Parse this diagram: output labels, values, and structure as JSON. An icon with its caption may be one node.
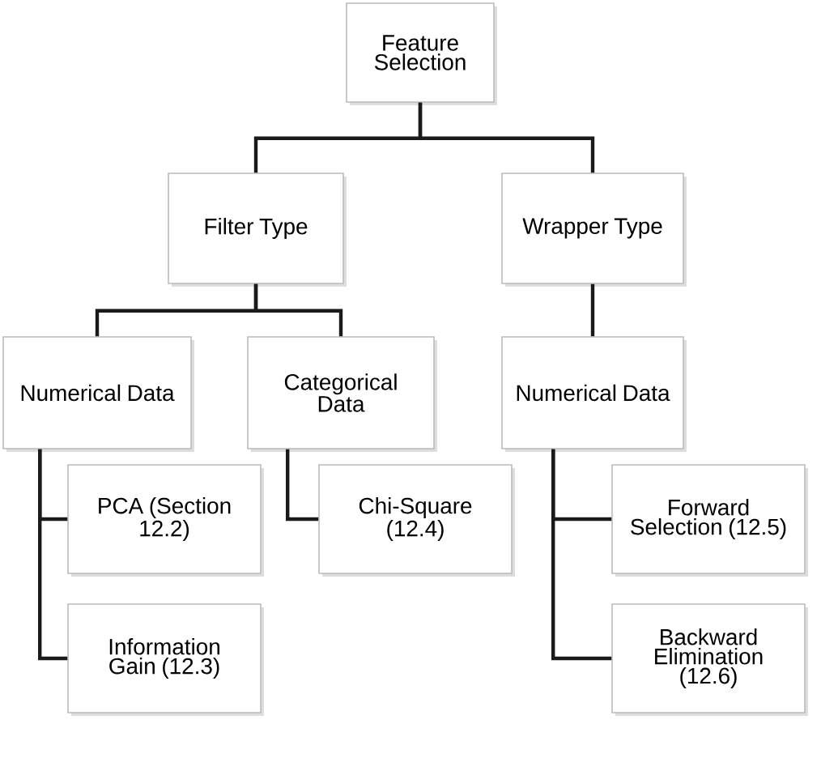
{
  "diagram": {
    "nodes": [
      {
        "text": [
          "Feature Selection"
        ]
      },
      {
        "text": [
          "Filter Type"
        ]
      },
      {
        "text": [
          "Wrapper Type"
        ]
      },
      {
        "text": [
          "Numerical Data"
        ]
      },
      {
        "text": [
          "Categorical Data"
        ]
      },
      {
        "text": [
          "Numerical Data"
        ]
      },
      {
        "text": [
          "PCA (Section 12.2)"
        ]
      },
      {
        "text": [
          "Information Gain (12.3)"
        ]
      },
      {
        "text": [
          "Chi-Square (12.4)"
        ]
      },
      {
        "text": [
          "Forward Selection (12.5)"
        ]
      },
      {
        "text": [
          "Backward Elimination (12.6)"
        ]
      }
    ],
    "edges": [
      {
        "from": 0,
        "to": 1,
        "arrow": "none"
      },
      {
        "from": 0,
        "to": 2,
        "arrow": "none"
      },
      {
        "from": 1,
        "to": 3,
        "arrow": "none"
      },
      {
        "from": 1,
        "to": 4,
        "arrow": "none"
      },
      {
        "from": 2,
        "to": 5,
        "arrow": "none"
      },
      {
        "from": 3,
        "to": 6,
        "arrow": "none"
      },
      {
        "from": 3,
        "to": 7,
        "arrow": "none"
      },
      {
        "from": 4,
        "to": 8,
        "arrow": "none"
      },
      {
        "from": 5,
        "to": 9,
        "arrow": "none"
      },
      {
        "from": 5,
        "to": 10,
        "arrow": "none"
      }
    ]
  }
}
